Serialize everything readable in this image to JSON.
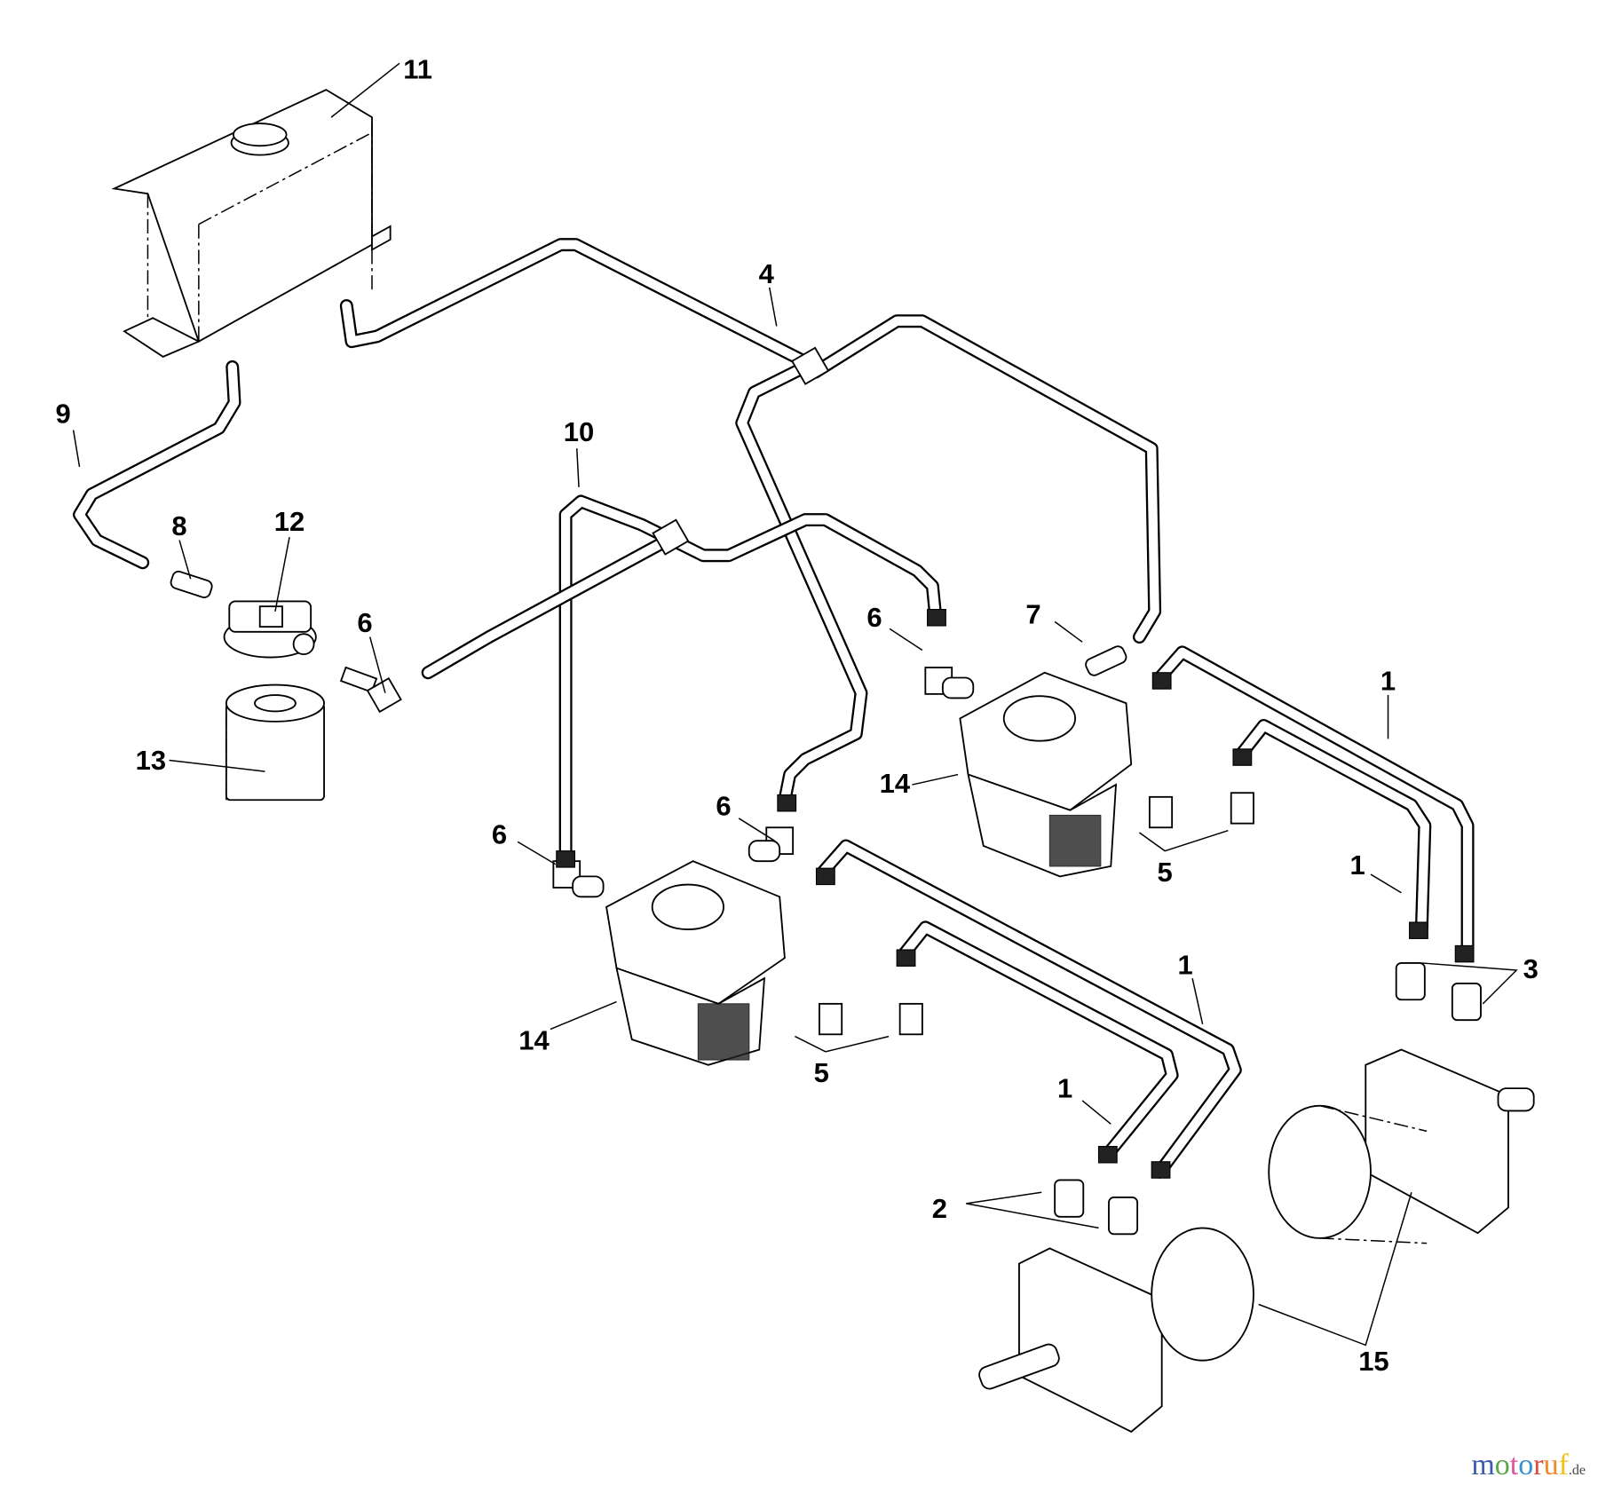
{
  "diagram": {
    "callouts": {
      "c11": "11",
      "c4": "4",
      "c9": "9",
      "c10": "10",
      "c8": "8",
      "c12": "12",
      "c6a": "6",
      "c6b": "6",
      "c7": "7",
      "c1a": "1",
      "c13": "13",
      "c14a": "14",
      "c6c": "6",
      "c6d": "6",
      "c1b": "1",
      "c5a": "5",
      "c1c": "1",
      "c3": "3",
      "c14b": "14",
      "c5b": "5",
      "c1d": "1",
      "c2": "2",
      "c15": "15"
    }
  },
  "watermark": {
    "brand": "motoruf",
    "suffix": ".de",
    "letter_colors": [
      "#3a5dae",
      "#5aa64a",
      "#e0559a",
      "#3a8fd0",
      "#e04a3a",
      "#f08a2a",
      "#f2c21a"
    ]
  }
}
